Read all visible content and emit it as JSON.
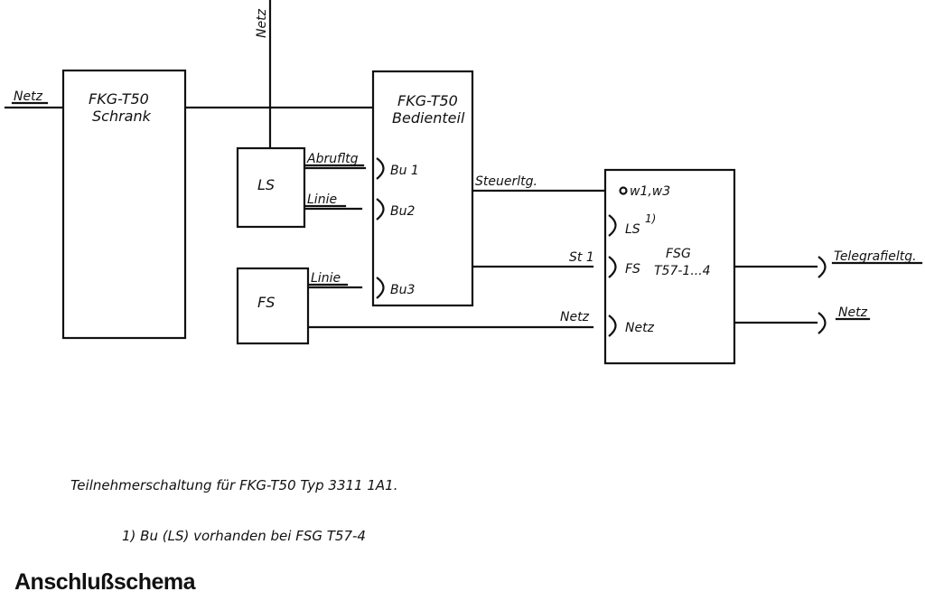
{
  "labels": {
    "netz_left": "Netz",
    "netz_top": "Netz",
    "schrank_line1": "FKG-T50",
    "schrank_line2": "Schrank",
    "bedienteil_line1": "FKG-T50",
    "bedienteil_line2": "Bedienteil",
    "ls_box": "LS",
    "fs_box": "FS",
    "abrufltg": "Abrufltg",
    "linie_1": "Linie",
    "linie_2": "Linie",
    "bu1": "Bu 1",
    "bu2": "Bu2",
    "bu3": "Bu3",
    "steuerltg": "Steuerltg.",
    "st1": "St 1",
    "netz_fsg_in": "Netz",
    "w1w3": "w1,w3",
    "ls_jack": "LS",
    "ls_note_mark": "1)",
    "fs_jack": "FS",
    "netz_jack": "Netz",
    "fsg_line1": "FSG",
    "fsg_line2": "T57-1...4",
    "telegrafieltg": "Telegrafieltg.",
    "netz_right": "Netz"
  },
  "captions": {
    "title_line": "Teilnehmerschaltung für FKG-T50 Typ 3311 1A1.",
    "footnote": "1) Bu (LS) vorhanden bei FSG T57-4",
    "heading": "Anschlußschema"
  }
}
